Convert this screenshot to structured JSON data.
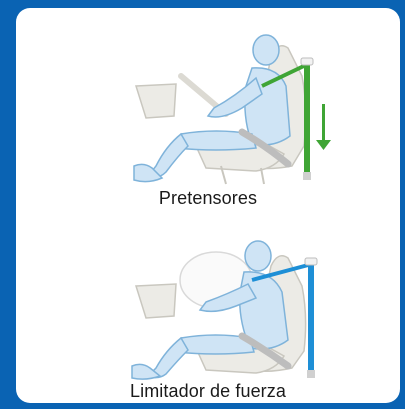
{
  "figures": [
    {
      "caption": "Pretensores",
      "belt_color": "#3fa535",
      "arrow_color": "#3fa535",
      "arrow_icon": "down-arrow"
    },
    {
      "caption": "Limitador de fuerza",
      "belt_color": "#1e8fd6",
      "airbag_icon": "airbag"
    }
  ],
  "colors": {
    "frame": "#0a63b3",
    "card": "#ffffff",
    "body": "#cfe4f5",
    "body_stroke": "#7fb3da",
    "seat": "#ecebe6",
    "seat_stroke": "#c9c7bf",
    "lap_belt": "#bdbdbd"
  }
}
